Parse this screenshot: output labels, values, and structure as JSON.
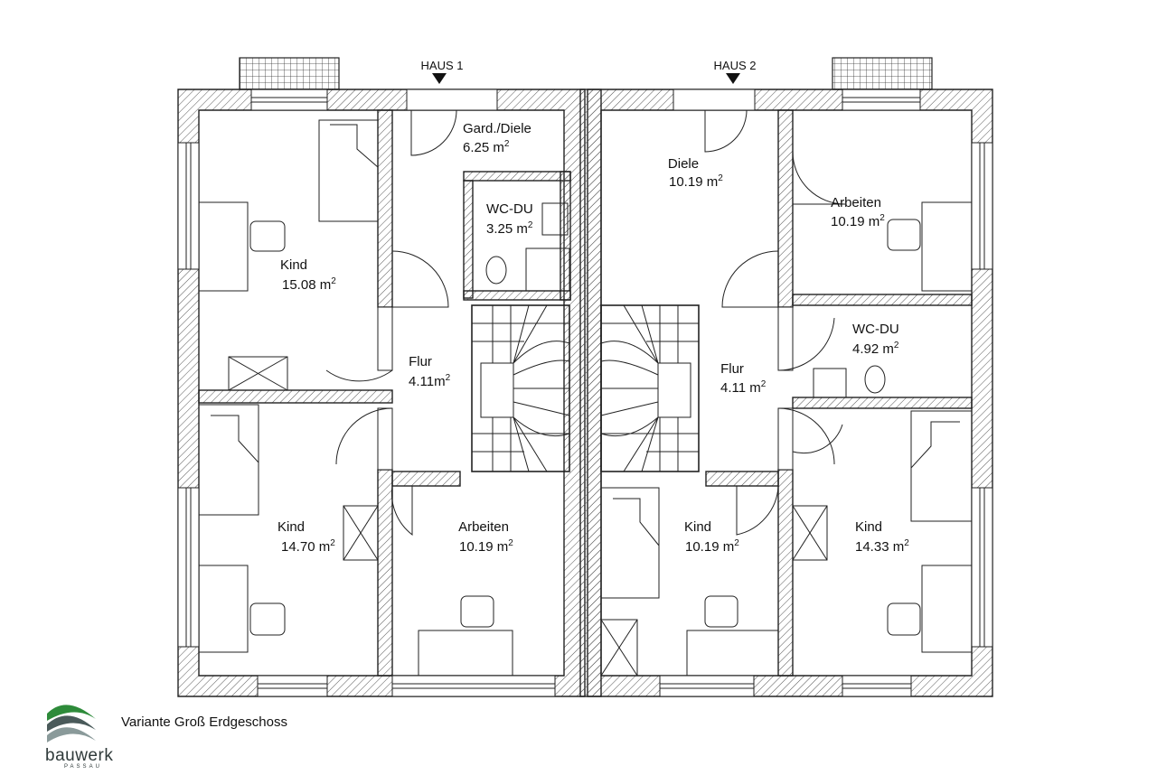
{
  "plan": {
    "entrances": [
      {
        "label": "HAUS 1"
      },
      {
        "label": "HAUS 2"
      }
    ],
    "rooms": [
      {
        "name": "Kind",
        "area": "15.08",
        "unit": "m",
        "exp": "2"
      },
      {
        "name": "Gard./Diele",
        "area": "6.25",
        "unit": "m",
        "exp": "2"
      },
      {
        "name": "WC-DU",
        "area": "3.25",
        "unit": "m",
        "exp": "2"
      },
      {
        "name": "Flur",
        "area": "4.11",
        "unit": "m",
        "exp": "2"
      },
      {
        "name": "Kind",
        "area": "14.70",
        "unit": "m",
        "exp": "2"
      },
      {
        "name": "Arbeiten",
        "area": "10.19",
        "unit": "m",
        "exp": "2"
      },
      {
        "name": "Diele",
        "area": "10.19",
        "unit": "m",
        "exp": "2"
      },
      {
        "name": "Arbeiten",
        "area": "10.19",
        "unit": "m",
        "exp": "2"
      },
      {
        "name": "WC-DU",
        "area": "4.92",
        "unit": "m",
        "exp": "2"
      },
      {
        "name": "Flur",
        "area": "4.11",
        "unit": "m",
        "exp": "2"
      },
      {
        "name": "Kind",
        "area": "10.19",
        "unit": "m",
        "exp": "2"
      },
      {
        "name": "Kind",
        "area": "14.33",
        "unit": "m",
        "exp": "2"
      }
    ]
  },
  "caption": "Variante Groß Erdgeschoss",
  "logo": {
    "word": "bauwerk",
    "sub": "PASSAU",
    "colors": {
      "green": "#2e8b3a",
      "dark": "#2f3a3a"
    }
  }
}
